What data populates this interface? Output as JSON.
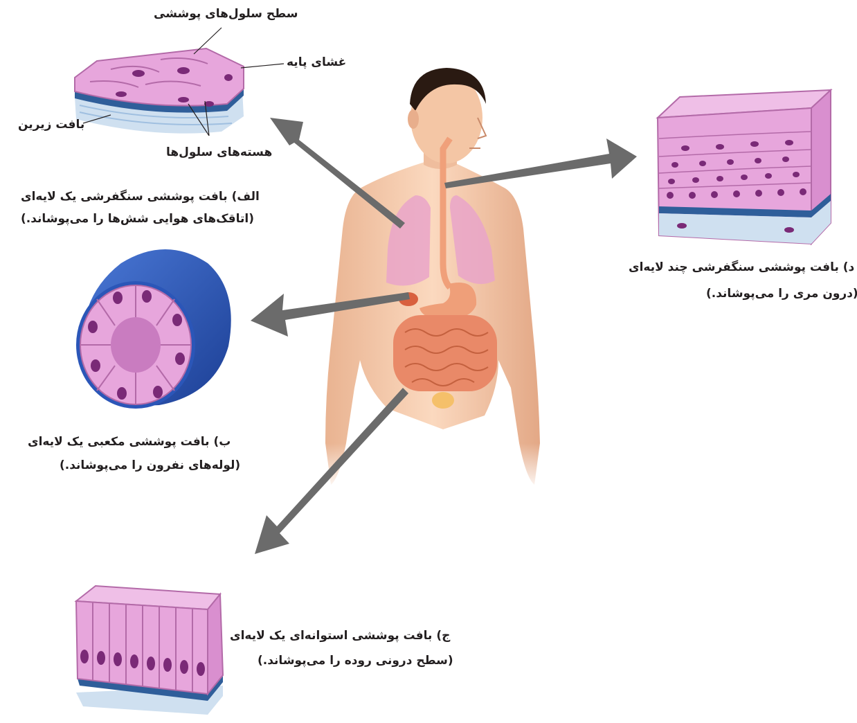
{
  "labels": {
    "cell_surface": "سطح سلول‌های پوششی",
    "basement_membrane": "غشای پایه",
    "underlying_tissue": "بافت زیرین",
    "cell_nuclei": "هسته‌های سلول‌ها"
  },
  "tissues": {
    "alef": {
      "title": "الف) بافت پوششی سنگفرشی یک لایه‌ای",
      "desc": "(اتاقک‌های هوایی شش‌ها را می‌پوشاند.)"
    },
    "be": {
      "title": "ب) بافت پوششی مکعبی یک لایه‌ای",
      "desc": "(لوله‌های نفرون را می‌پوشاند.)"
    },
    "jim": {
      "title": "ج) بافت پوششی استوانه‌ای یک لایه‌ای",
      "desc": "(سطح درونی روده را می‌پوشاند.)"
    },
    "dal": {
      "title": "د) بافت پوششی سنگفرشی چند لایه‌ای",
      "desc": "(درون مری را می‌پوشاند.)"
    }
  },
  "colors": {
    "cell_pink": "#e7a6dc",
    "cell_outline": "#b36aa8",
    "nucleus": "#7a2a77",
    "basement": "#2f5e9a",
    "connective": "#cfe0f0",
    "tube_blue": "#2b56b8",
    "skin": "#f6c9a9",
    "hair": "#2a1a12",
    "lung": "#e9a5c9",
    "intestine": "#e98968",
    "arrow": "#6b6b6b"
  }
}
